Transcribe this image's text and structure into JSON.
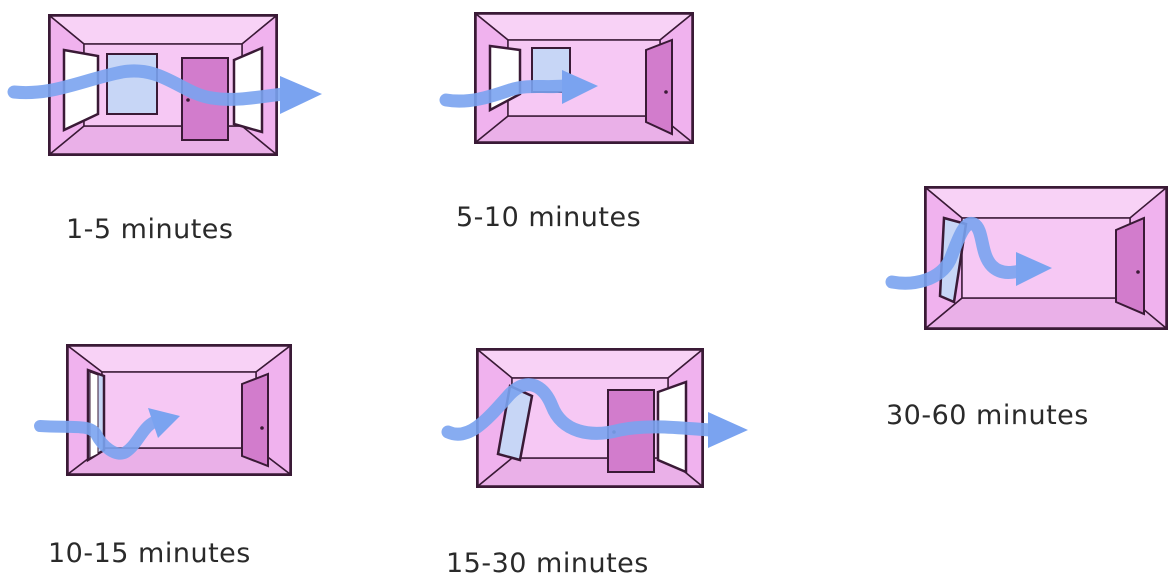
{
  "colors": {
    "frame": "#3a1a36",
    "room_back": "#f6c8f4",
    "room_side": "#f0b2ee",
    "room_floor": "#eab0e8",
    "room_ceiling": "#f8d2f6",
    "door": "#d27ccc",
    "door_dark": "#b45eaf",
    "window": "#c7d6f6",
    "window_open": "#ffffff",
    "airflow": "#7aa3f0"
  },
  "scenarios": [
    {
      "label": "1-5 minutes",
      "windows": "two windows plus door open",
      "door": "open",
      "airflow": "strong cross draught",
      "window_icon": "window-icon",
      "door_icon": "door-icon",
      "arrow_icon": "airflow-arrow-icon"
    },
    {
      "label": "5-10 minutes",
      "windows": "window fully open",
      "door": "closed",
      "airflow": "straight flow in",
      "window_icon": "window-icon",
      "door_icon": "door-icon",
      "arrow_icon": "airflow-arrow-icon"
    },
    {
      "label": "10-15 minutes",
      "windows": "window half open",
      "door": "closed",
      "airflow": "curling flow in",
      "window_icon": "window-icon",
      "door_icon": "door-icon",
      "arrow_icon": "airflow-arrow-icon"
    },
    {
      "label": "15-30 minutes",
      "windows": "window tilted plus door open",
      "door": "open",
      "airflow": "wavy cross flow",
      "window_icon": "window-icon",
      "door_icon": "door-icon",
      "arrow_icon": "airflow-arrow-icon"
    },
    {
      "label": "30-60 minutes",
      "windows": "window tilted",
      "door": "closed",
      "airflow": "looping flow in",
      "window_icon": "window-icon",
      "door_icon": "door-icon",
      "arrow_icon": "airflow-arrow-icon"
    }
  ]
}
